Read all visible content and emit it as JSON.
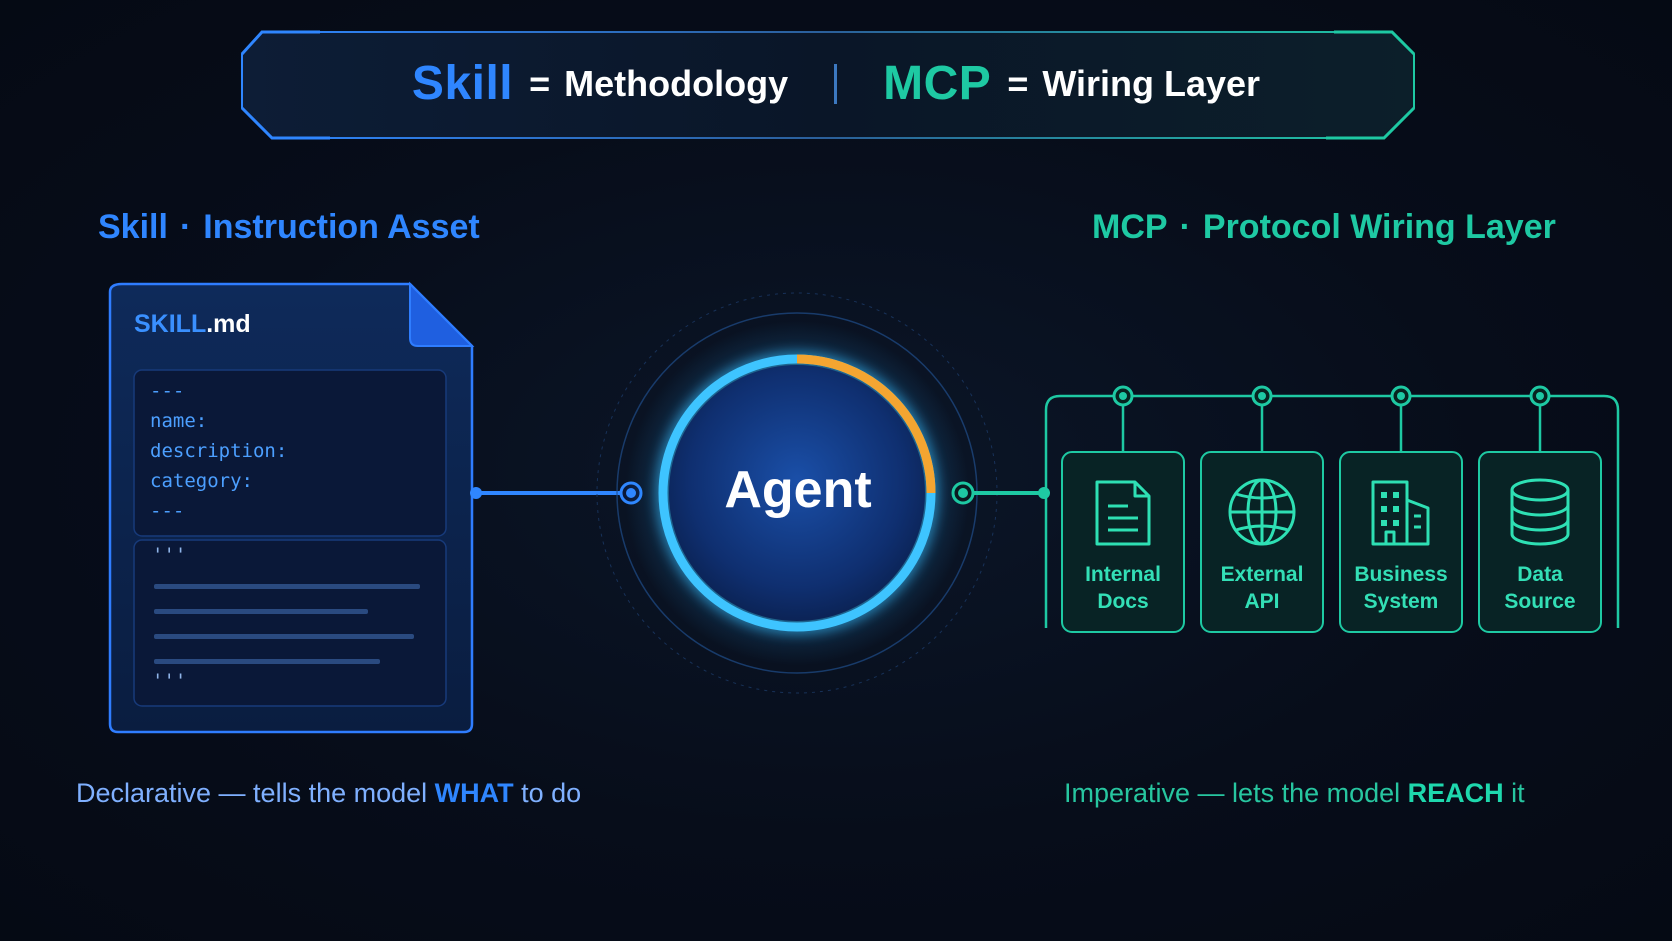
{
  "banner": {
    "skill_keyword": "Skill",
    "skill_equals": "=",
    "skill_definition": "Methodology",
    "mcp_keyword": "MCP",
    "mcp_equals": "=",
    "mcp_definition": "Wiring Layer"
  },
  "skill_section": {
    "title": "Skill",
    "separator": "·",
    "subtitle": "Instruction Asset",
    "file": {
      "name_prefix": "SKILL",
      "name_suffix": ".md",
      "frontmatter": [
        "---",
        "name:",
        "description:",
        "category:",
        "---"
      ],
      "body_open": "'''",
      "body_close": "'''"
    },
    "caption": {
      "prefix": "Declarative — tells the model ",
      "emphasis": "WHAT",
      "suffix": " to do"
    }
  },
  "agent": {
    "label": "Agent"
  },
  "mcp_section": {
    "title": "MCP",
    "separator": "·",
    "subtitle": "Protocol Wiring Layer",
    "resources": [
      {
        "line1": "Internal",
        "line2": "Docs",
        "icon": "document-icon"
      },
      {
        "line1": "External",
        "line2": "API",
        "icon": "globe-icon"
      },
      {
        "line1": "Business",
        "line2": "System",
        "icon": "building-icon"
      },
      {
        "line1": "Data",
        "line2": "Source",
        "icon": "database-icon"
      }
    ],
    "caption": {
      "prefix": "Imperative — lets the model ",
      "emphasis": "REACH",
      "suffix": " it"
    }
  },
  "colors": {
    "skill_blue": "#2f86ff",
    "mcp_teal": "#1ec9a3",
    "agent_ring": "#3ec4ff",
    "agent_accent": "#f4a531",
    "background": "#070d1a"
  }
}
